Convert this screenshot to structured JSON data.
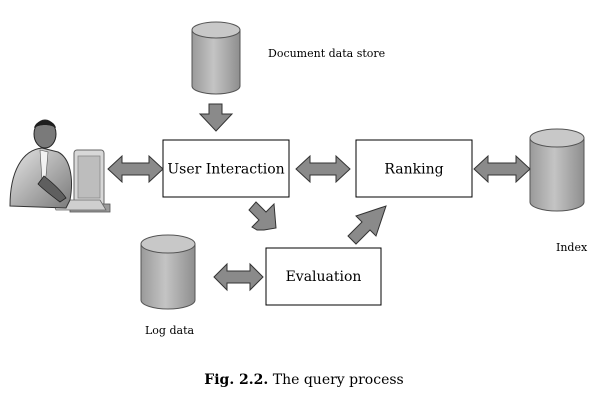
{
  "nodes": {
    "user_interaction": "User Interaction",
    "ranking": "Ranking",
    "evaluation": "Evaluation"
  },
  "stores": {
    "document": "Document data store",
    "index": "Index",
    "log": "Log data"
  },
  "caption": {
    "label": "Fig. 2.2.",
    "text": "The query process"
  },
  "colors": {
    "arrow_fill": "#8a8a8a",
    "cylinder_fill": "#b0b0b0",
    "cylinder_stroke": "#555555",
    "box_stroke": "#000000"
  },
  "icons": {
    "user": "person-at-computer-icon"
  }
}
